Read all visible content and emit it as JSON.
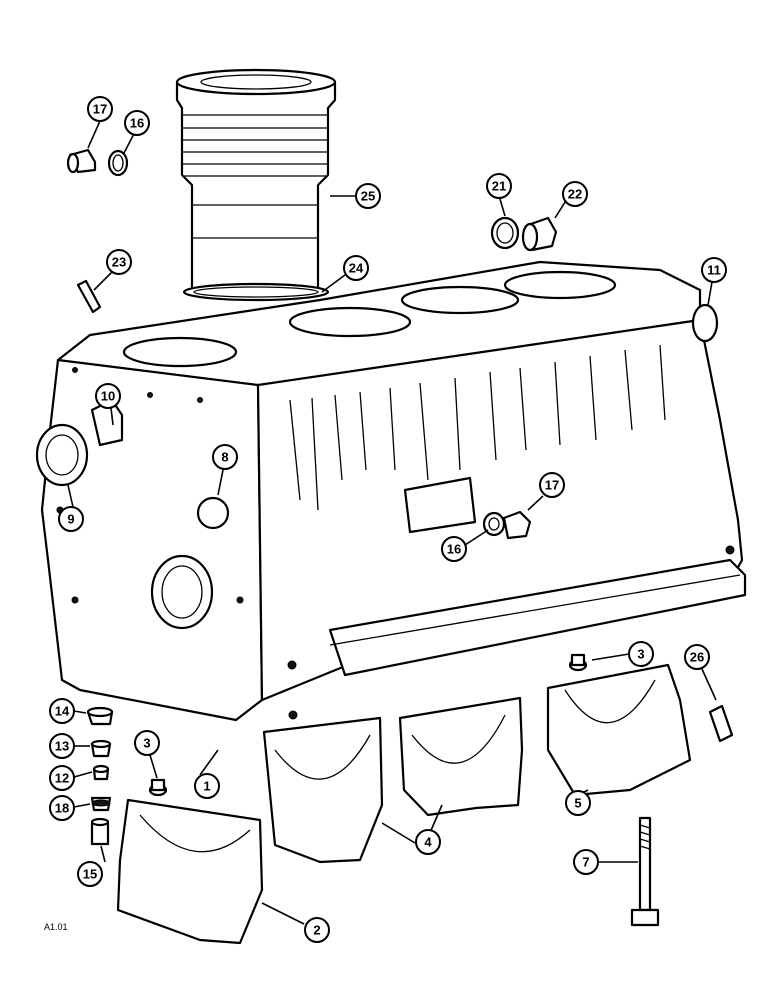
{
  "figure_ref": "A1.01",
  "callouts": [
    {
      "id": "c17a",
      "label": "17"
    },
    {
      "id": "c16a",
      "label": "16"
    },
    {
      "id": "c25",
      "label": "25"
    },
    {
      "id": "c21",
      "label": "21"
    },
    {
      "id": "c22",
      "label": "22"
    },
    {
      "id": "c23",
      "label": "23"
    },
    {
      "id": "c24",
      "label": "24"
    },
    {
      "id": "c11",
      "label": "11"
    },
    {
      "id": "c10",
      "label": "10"
    },
    {
      "id": "c8",
      "label": "8"
    },
    {
      "id": "c9",
      "label": "9"
    },
    {
      "id": "c17b",
      "label": "17"
    },
    {
      "id": "c16b",
      "label": "16"
    },
    {
      "id": "c3a",
      "label": "3"
    },
    {
      "id": "c26",
      "label": "26"
    },
    {
      "id": "c14",
      "label": "14"
    },
    {
      "id": "c13",
      "label": "13"
    },
    {
      "id": "c12",
      "label": "12"
    },
    {
      "id": "c18",
      "label": "18"
    },
    {
      "id": "c15",
      "label": "15"
    },
    {
      "id": "c3b",
      "label": "3"
    },
    {
      "id": "c1",
      "label": "1"
    },
    {
      "id": "c4",
      "label": "4"
    },
    {
      "id": "c5",
      "label": "5"
    },
    {
      "id": "c7",
      "label": "7"
    },
    {
      "id": "c2",
      "label": "2"
    }
  ]
}
